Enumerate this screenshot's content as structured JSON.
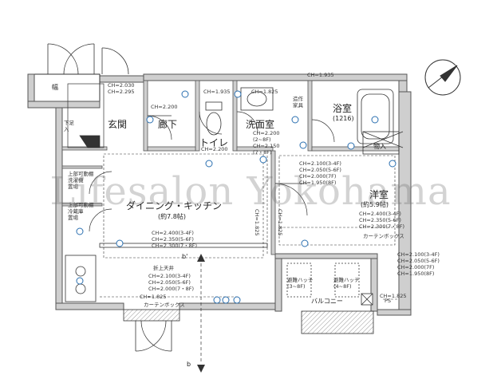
{
  "rooms": {
    "wide_balcony": "幅",
    "entrance": "玄関",
    "corridor": "廊下",
    "toilet": "トイレ",
    "washroom": "洗面室",
    "bathroom": "浴室",
    "bathroom_size": "(1216)",
    "storage": "物入",
    "dining_kitchen": "ダイニング・キッチン",
    "dining_kitchen_size": "(約7.8帖)",
    "western_room": "洋室",
    "western_room_size": "(約5.9帖)",
    "balcony": "バルコニー"
  },
  "notes": {
    "entry_ch": "CH=2.030\nCH=2.295",
    "corridor_ch": "CH=2.200",
    "toilet_ch_top": "CH=1.935",
    "toilet_ch": "CH=2.200",
    "washroom_ch": "CH=2.200\n(2~8F)\nCH=2.150\n(7・8F)",
    "washroom_top": "CH=1.825",
    "top_ch": "CH=1.935",
    "laundry_storage": "造作\n家具",
    "shoe_closet": "下足\n入",
    "shelf_1": "上部可動棚\n洗濯機\n置場",
    "shelf_2": "上部可動棚\n冷蔵庫\n置場",
    "dk_ch": "CH=2.400(3-4F)\nCH=2.350(5-6F)\nCH=2.300(7・8F)",
    "dk_beam_vert": "CH=1.825",
    "fold_ceiling": "折上天井",
    "fold_ch": "CH=2.100(3-4F)\nCH=2.050(5-6F)\nCH=2.000(7・8F)",
    "window_ch_left": "CH=1.825",
    "curtain_box_left": "カーテンボックス",
    "western_top_ch": "CH=2.100(3-4F)\nCH=2.050(5-6F)\nCH=2.000(7F)\nCH=1.950(8F)",
    "western_ch": "CH=2.400(3-4F)\nCH=2.350(5-6F)\nCH=2.300(7・8F)",
    "western_vert": "CH=1.825",
    "curtain_box_right": "カーテンボックス",
    "western_right_ch": "CH=2.100(3-4F)\nCH=2.050(5-6F)\nCH=2.000(7F)\nCH=1.950(8F)",
    "window_ch_right": "CH=1.825",
    "hatch_left": "避難ハッチ\n(3~8F)",
    "hatch_right": "避難ハッチ\n(4~8F)",
    "balcony_ps": "PS"
  },
  "markers": {
    "section_b_top": "b'",
    "section_b_bottom": "b"
  },
  "watermark": "Lifesalon Yokohama",
  "icons": {
    "north": "north-arrow-icon"
  },
  "colors": {
    "wall": "#c9c9c9",
    "wall_stroke": "#555555",
    "fixture": "#2a6fb0",
    "watermark": "#6e6e6e"
  }
}
